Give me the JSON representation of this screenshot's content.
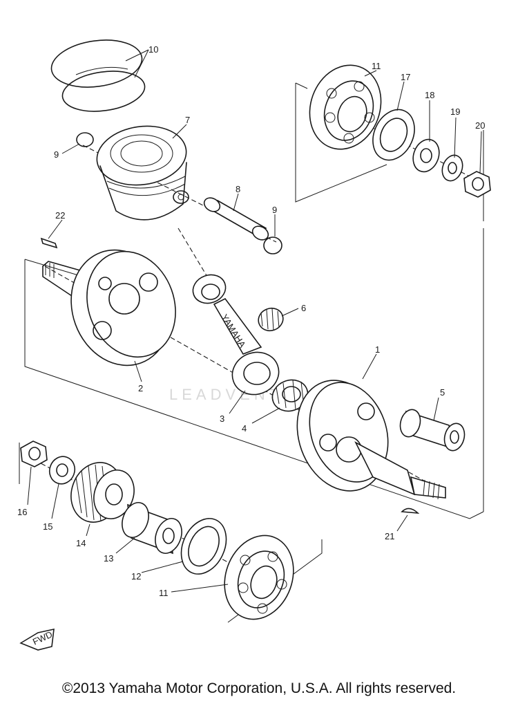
{
  "diagram": {
    "labels": [
      {
        "id": "1",
        "text": "1"
      },
      {
        "id": "2",
        "text": "2"
      },
      {
        "id": "3",
        "text": "3"
      },
      {
        "id": "4",
        "text": "4"
      },
      {
        "id": "5",
        "text": "5"
      },
      {
        "id": "6",
        "text": "6"
      },
      {
        "id": "7",
        "text": "7"
      },
      {
        "id": "8",
        "text": "8"
      },
      {
        "id": "9a",
        "text": "9"
      },
      {
        "id": "9b",
        "text": "9"
      },
      {
        "id": "10",
        "text": "10"
      },
      {
        "id": "11a",
        "text": "11"
      },
      {
        "id": "11b",
        "text": "11"
      },
      {
        "id": "12",
        "text": "12"
      },
      {
        "id": "13",
        "text": "13"
      },
      {
        "id": "14",
        "text": "14"
      },
      {
        "id": "15",
        "text": "15"
      },
      {
        "id": "16",
        "text": "16"
      },
      {
        "id": "17",
        "text": "17"
      },
      {
        "id": "18",
        "text": "18"
      },
      {
        "id": "19",
        "text": "19"
      },
      {
        "id": "20",
        "text": "20"
      },
      {
        "id": "21",
        "text": "21"
      },
      {
        "id": "22",
        "text": "22"
      }
    ],
    "rod_stamp": "YAMAHA",
    "fwd_arrow_text": "FWD",
    "watermark": "LEADVENTURE"
  },
  "footer": {
    "copyright": "©2013 Yamaha Motor Corporation, U.S.A. All rights reserved."
  }
}
